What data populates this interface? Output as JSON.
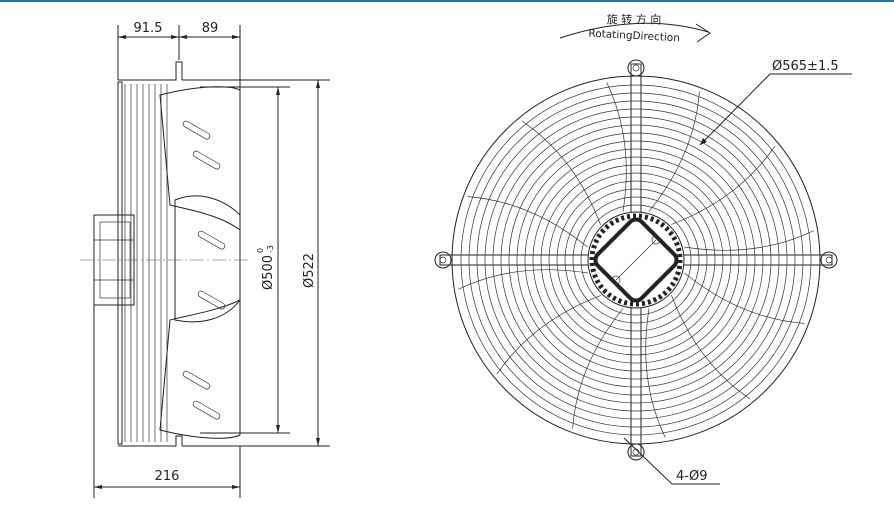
{
  "colors": {
    "accent_line": "#1a7aa8",
    "drawing": "#222222"
  },
  "side_view": {
    "dim_left": "91.5",
    "dim_right": "89",
    "dim_bottom": "216",
    "dim_inner_diameter": "Ø500",
    "dim_inner_tol_upper": "0",
    "dim_inner_tol_lower": "-3",
    "dim_outer_diameter": "Ø522"
  },
  "front_view": {
    "rotation_cn": "旋 转 方 向",
    "rotation_en": "RotatingDirection",
    "dim_guard_diameter": "Ø565±1.5",
    "dim_holes": "4-Ø9"
  }
}
